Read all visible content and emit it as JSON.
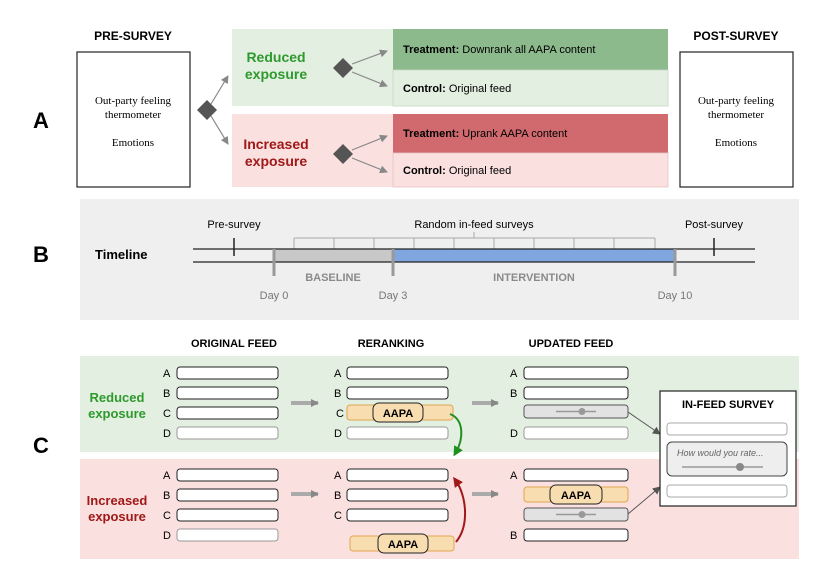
{
  "panel_a": {
    "letter": "A",
    "pre_survey": {
      "title": "PRE-SURVEY",
      "line1": "Out-party feeling",
      "line2": "thermometer",
      "line3": "Emotions"
    },
    "post_survey": {
      "title": "POST-SURVEY",
      "line1": "Out-party feeling",
      "line2": "thermometer",
      "line3": "Emotions"
    },
    "reduced": {
      "label1": "Reduced",
      "label2": "exposure",
      "treatment_bold": "Treatment:",
      "treatment_text": " Downrank all AAPA content",
      "control_bold": "Control:",
      "control_text": " Original feed"
    },
    "increased": {
      "label1": "Increased",
      "label2": "exposure",
      "treatment_bold": "Treatment:",
      "treatment_text": " Uprank AAPA content",
      "control_bold": "Control:",
      "control_text": " Original feed"
    }
  },
  "panel_b": {
    "letter": "B",
    "timeline_label": "Timeline",
    "pre_survey_label": "Pre-survey",
    "post_survey_label": "Post-survey",
    "random_surveys_label": "Random in-feed surveys",
    "baseline_label": "BASELINE",
    "intervention_label": "INTERVENTION",
    "day0": "Day 0",
    "day3": "Day 3",
    "day10": "Day 10"
  },
  "panel_c": {
    "letter": "C",
    "col_original": "ORIGINAL FEED",
    "col_reranking": "RERANKING",
    "col_updated": "UPDATED FEED",
    "in_feed_survey_title": "IN-FEED SURVEY",
    "survey_question": "How would you rate...",
    "aapa": "AAPA",
    "reduced_label1": "Reduced",
    "reduced_label2": "exposure",
    "increased_label1": "Increased",
    "increased_label2": "exposure",
    "letters": {
      "a": "A",
      "b": "B",
      "c": "C",
      "d": "D"
    }
  },
  "colors": {
    "green_bg": "#e3efe0",
    "red_bg": "#fbe0e0",
    "green_treatment": "#8dba8d",
    "red_treatment": "#d06a6e",
    "green_text": "#2e9a2e",
    "red_text": "#a01818",
    "timeline_bg": "#efefef",
    "baseline_fill": "#c8c8c8",
    "intervention_fill": "#7fa6df",
    "aapa_fill": "#f8ddb0",
    "aapa_border": "#e0a650"
  }
}
